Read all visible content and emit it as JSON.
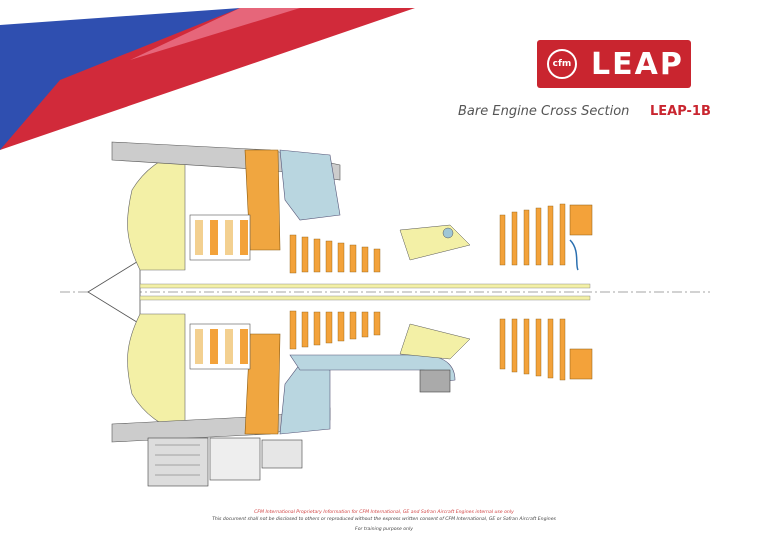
{
  "logo": {
    "brand": "cfm",
    "product": "LEAP"
  },
  "header": {
    "subtitle": "Bare Engine Cross Section",
    "model": "LEAP-1B"
  },
  "footer": {
    "line1": "CFM International Proprietary Information for CFM International, GE and Safran Aircraft Engines internal use only",
    "line2": "This document shall not be disclosed to others or reproduced without the express written consent of CFM International, GE or Safran Aircraft Engines",
    "line3": "For training purpose only"
  },
  "colors": {
    "brand_red": "#c9252f",
    "banner_blue": "#2f4fb0",
    "fan_yellow": "#f3f0a6",
    "booster_orange": "#f0a640",
    "nacelle_blue": "#b9d6e0",
    "hpc_orange": "#f3a23a"
  }
}
